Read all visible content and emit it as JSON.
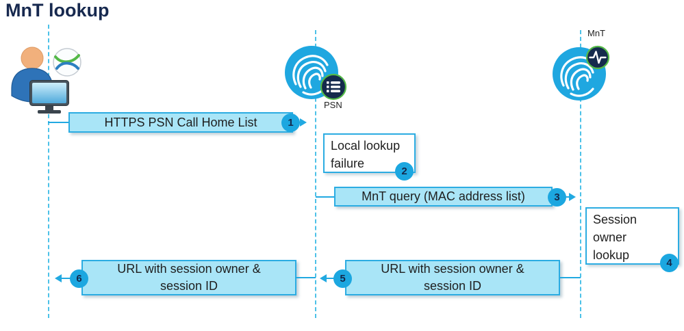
{
  "title": "MnT lookup",
  "colors": {
    "title_text": "#17294F",
    "accent_cyan": "#21A9E1",
    "message_fill": "#A9E5F7",
    "message_border": "#2BACE2",
    "note_fill": "#FFFFFF",
    "lifeline": "#4CC1E8",
    "badge_navy": "#152A4D",
    "badge_green_ring": "#54B948",
    "body_text": "#1E1E1E"
  },
  "actors": [
    {
      "id": "client",
      "label": "",
      "icons": [
        "person-icon",
        "anyconnect-globe-icon",
        "monitor-icon"
      ]
    },
    {
      "id": "psn",
      "label": "PSN",
      "icons": [
        "ise-fingerprint-icon",
        "list-badge-icon"
      ]
    },
    {
      "id": "mnt",
      "label": "MnT",
      "icons": [
        "ise-fingerprint-icon",
        "pulse-badge-icon"
      ]
    }
  ],
  "messages": [
    {
      "num": "1",
      "text": "HTTPS PSN Call Home List",
      "kind": "message",
      "arrow": "right"
    },
    {
      "num": "2",
      "text": "Local lookup failure",
      "kind": "note",
      "arrow": "none"
    },
    {
      "num": "3",
      "text": "MnT query (MAC address list)",
      "kind": "message",
      "arrow": "right"
    },
    {
      "num": "4",
      "text": "Session owner lookup",
      "kind": "note",
      "arrow": "none"
    },
    {
      "num": "5",
      "text": "URL with session owner & session ID",
      "kind": "message",
      "arrow": "left"
    },
    {
      "num": "6",
      "text": "URL with session owner & session ID",
      "kind": "message",
      "arrow": "left"
    }
  ]
}
